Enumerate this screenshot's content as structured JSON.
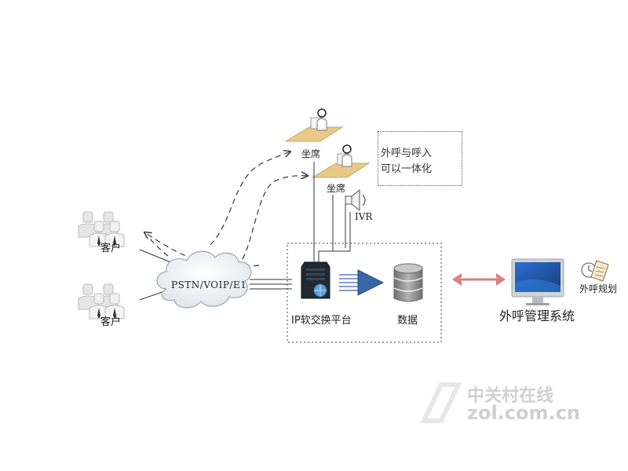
{
  "labels": {
    "customer_top": "客户",
    "customer_bottom": "客户",
    "cloud": "PSTN/VOIP/E1",
    "agent_top": "坐席",
    "agent_bottom": "坐席",
    "ivr": "IVR",
    "platform": "IP软交换平台",
    "data": "数据",
    "management_system": "外呼管理系统",
    "planning": "外呼规划"
  },
  "note": {
    "line1": "外呼与呼入",
    "line2": "可以一体化"
  },
  "watermark": {
    "line1": "中关村在线",
    "line2": "zol.com.cn"
  },
  "colors": {
    "line": "#333333",
    "dashed_arrow": "#333333",
    "link_arrow": "#d98080",
    "server_body": "#1f2833",
    "server_globe": "#5aa0d8",
    "database": "#8a8a8a",
    "desk": "#e9c98a",
    "monitor_frame": "#cfd3d6",
    "monitor_screen": "#1e4f9c",
    "prism": "#3b66a6",
    "watermark": "#cfcfcf"
  }
}
